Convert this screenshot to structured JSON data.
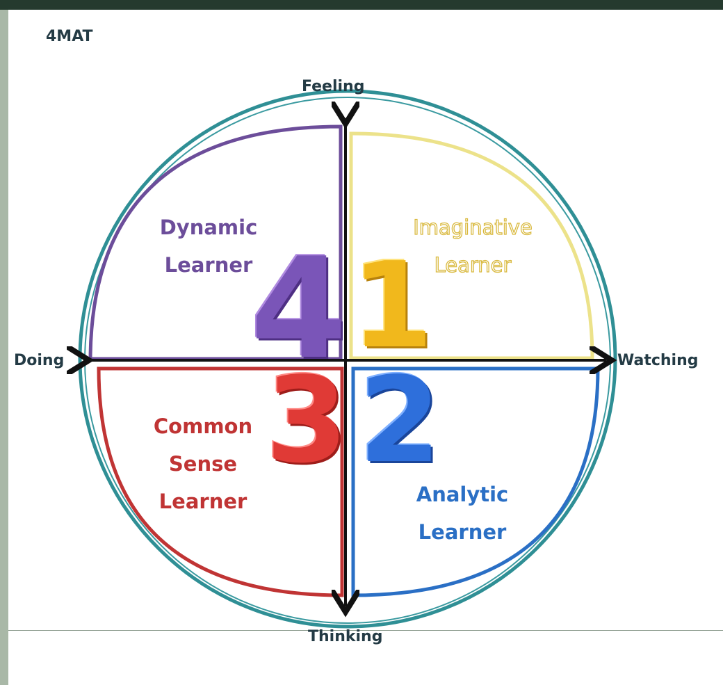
{
  "title": "4MAT",
  "axes": {
    "top": "Feeling",
    "left": "Doing",
    "right": "Watching",
    "bottom": "Thinking"
  },
  "quadrants": [
    {
      "number": "1",
      "lines": [
        "Imaginative",
        "Learner"
      ],
      "color": "#e9d66a"
    },
    {
      "number": "2",
      "lines": [
        "Analytic",
        "Learner"
      ],
      "color": "#2a6fc5"
    },
    {
      "number": "3",
      "lines": [
        "Common",
        "Sense",
        "Learner"
      ],
      "color": "#c03434"
    },
    {
      "number": "4",
      "lines": [
        "Dynamic",
        "Learner"
      ],
      "color": "#6c4d9a"
    }
  ],
  "colors": {
    "circle": "#2f8f95",
    "axis": "#111111",
    "text": "#243b45"
  }
}
